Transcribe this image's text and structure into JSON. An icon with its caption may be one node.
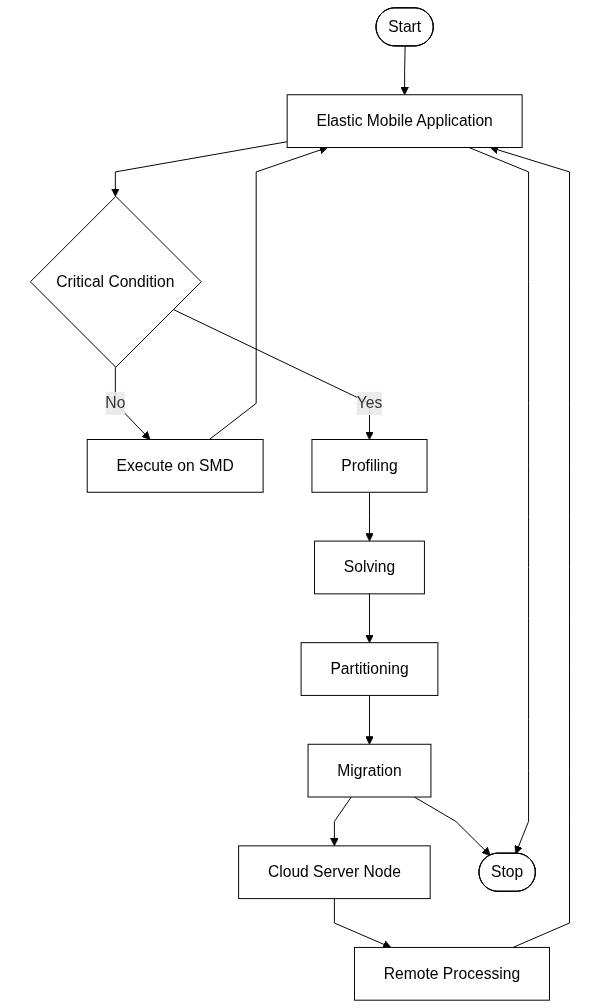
{
  "diagram": {
    "nodes": [
      {
        "text": [
          "Start"
        ]
      },
      {
        "text": [
          "Elastic Mobile Application"
        ]
      },
      {
        "text": [
          "Critical Condition"
        ]
      },
      {
        "text": [
          "Execute on SMD"
        ]
      },
      {
        "text": [
          "Profiling"
        ]
      },
      {
        "text": [
          "Solving"
        ]
      },
      {
        "text": [
          "Partitioning"
        ]
      },
      {
        "text": [
          "Migration"
        ]
      },
      {
        "text": [
          "Cloud Server Node"
        ]
      },
      {
        "text": [
          "Remote Processing"
        ]
      },
      {
        "text": [
          "Stop"
        ]
      }
    ],
    "edges": [
      {
        "from": 0,
        "to": 1,
        "arrow": "to"
      },
      {
        "from": 1,
        "to": 2,
        "arrow": "to"
      },
      {
        "from": 2,
        "to": 3,
        "label": "No",
        "arrow": "to"
      },
      {
        "from": 3,
        "to": 1,
        "arrow": "to"
      },
      {
        "from": 2,
        "to": 4,
        "label": "Yes",
        "arrow": "to"
      },
      {
        "from": 4,
        "to": 5,
        "arrow": "to"
      },
      {
        "from": 5,
        "to": 6,
        "arrow": "to"
      },
      {
        "from": 6,
        "to": 7,
        "arrow": "to"
      },
      {
        "from": 7,
        "to": 8,
        "arrow": "to"
      },
      {
        "from": 8,
        "to": 9,
        "arrow": "to"
      },
      {
        "from": 9,
        "to": 1,
        "arrow": "to"
      },
      {
        "from": 7,
        "to": 10,
        "arrow": "to"
      },
      {
        "from": 1,
        "to": 10,
        "arrow": "to"
      }
    ]
  }
}
